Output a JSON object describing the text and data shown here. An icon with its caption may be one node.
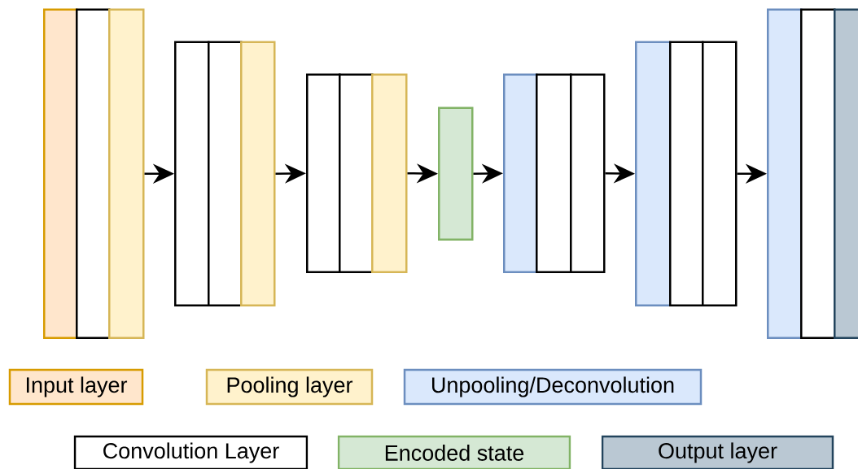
{
  "diagram": {
    "nodes": [
      {
        "text": [],
        "shape": "bar"
      },
      {
        "text": [],
        "shape": "bar"
      },
      {
        "text": [],
        "shape": "bar"
      },
      {
        "text": [],
        "shape": "bar"
      },
      {
        "text": [],
        "shape": "bar"
      },
      {
        "text": [],
        "shape": "bar"
      },
      {
        "text": [],
        "shape": "bar"
      },
      {
        "text": [],
        "shape": "bar"
      },
      {
        "text": [],
        "shape": "bar"
      },
      {
        "text": [],
        "shape": "bar"
      },
      {
        "text": [],
        "shape": "bar"
      },
      {
        "text": [],
        "shape": "bar"
      },
      {
        "text": [],
        "shape": "bar"
      },
      {
        "text": [],
        "shape": "bar"
      },
      {
        "text": [],
        "shape": "bar"
      },
      {
        "text": [],
        "shape": "bar"
      },
      {
        "text": [],
        "shape": "bar"
      },
      {
        "text": [],
        "shape": "bar"
      },
      {
        "text": [],
        "shape": "bar"
      }
    ],
    "edges": [
      {
        "from": 2,
        "to": 3,
        "arrow": "to"
      },
      {
        "from": 5,
        "to": 6,
        "arrow": "to"
      },
      {
        "from": 8,
        "to": 9,
        "arrow": "to"
      },
      {
        "from": 9,
        "to": 10,
        "arrow": "to"
      },
      {
        "from": 12,
        "to": 13,
        "arrow": "to"
      },
      {
        "from": 15,
        "to": 16,
        "arrow": "to"
      }
    ],
    "legend": [
      {
        "text": "Input layer",
        "color": "#ffe6cc"
      },
      {
        "text": "Pooling layer",
        "color": "#fff2cc"
      },
      {
        "text": "Unpooling/Deconvolution",
        "color": "#dae8fc"
      },
      {
        "text": "Convolution Layer"
      },
      {
        "text": "Encoded state",
        "color": "#d5e8d4"
      },
      {
        "text": "Output layer",
        "color": "#bac8d3"
      }
    ]
  }
}
